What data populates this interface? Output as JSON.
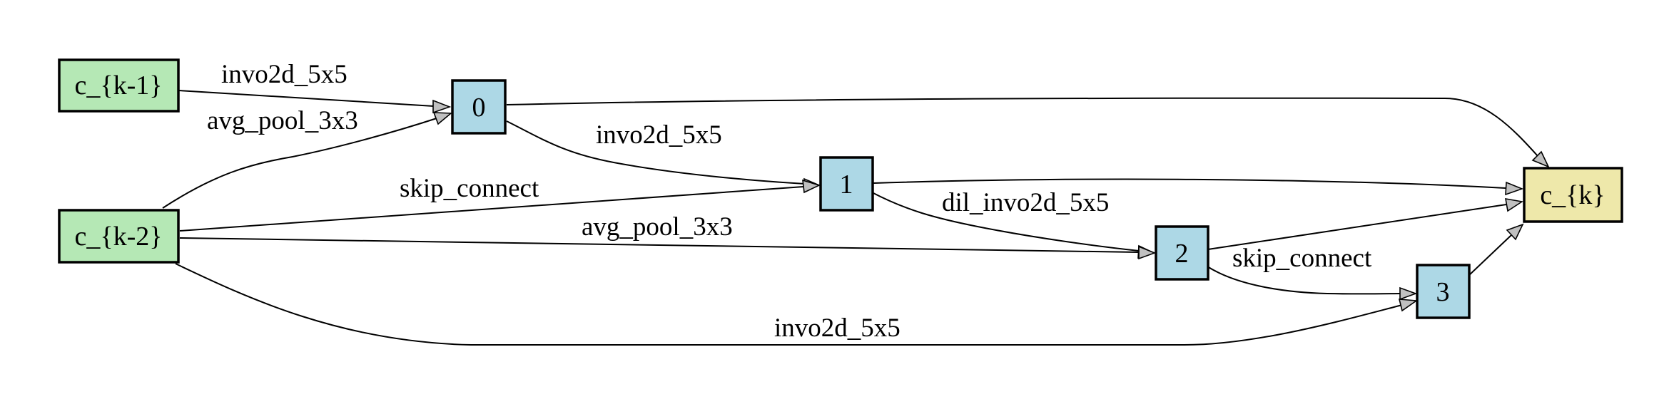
{
  "colors": {
    "input_fill": "#b5e8b5",
    "op_fill": "#add8e6",
    "output_fill": "#eee8aa",
    "arrow_fill": "#c0c0c0"
  },
  "nodes": {
    "c_km1": {
      "label": "c_{k-1}"
    },
    "c_km2": {
      "label": "c_{k-2}"
    },
    "n0": {
      "label": "0"
    },
    "n1": {
      "label": "1"
    },
    "n2": {
      "label": "2"
    },
    "n3": {
      "label": "3"
    },
    "c_k": {
      "label": "c_{k}"
    }
  },
  "edges": [
    {
      "from": "c_{k-1}",
      "to": "0",
      "label": "invo2d_5x5"
    },
    {
      "from": "c_{k-2}",
      "to": "0",
      "label": "avg_pool_3x3"
    },
    {
      "from": "0",
      "to": "1",
      "label": "invo2d_5x5"
    },
    {
      "from": "c_{k-2}",
      "to": "1",
      "label": "skip_connect"
    },
    {
      "from": "1",
      "to": "2",
      "label": "dil_invo2d_5x5"
    },
    {
      "from": "c_{k-2}",
      "to": "2",
      "label": "avg_pool_3x3"
    },
    {
      "from": "2",
      "to": "3",
      "label": "skip_connect"
    },
    {
      "from": "c_{k-2}",
      "to": "3",
      "label": "invo2d_5x5"
    },
    {
      "from": "0",
      "to": "c_{k}",
      "label": ""
    },
    {
      "from": "1",
      "to": "c_{k}",
      "label": ""
    },
    {
      "from": "2",
      "to": "c_{k}",
      "label": ""
    },
    {
      "from": "3",
      "to": "c_{k}",
      "label": ""
    }
  ]
}
